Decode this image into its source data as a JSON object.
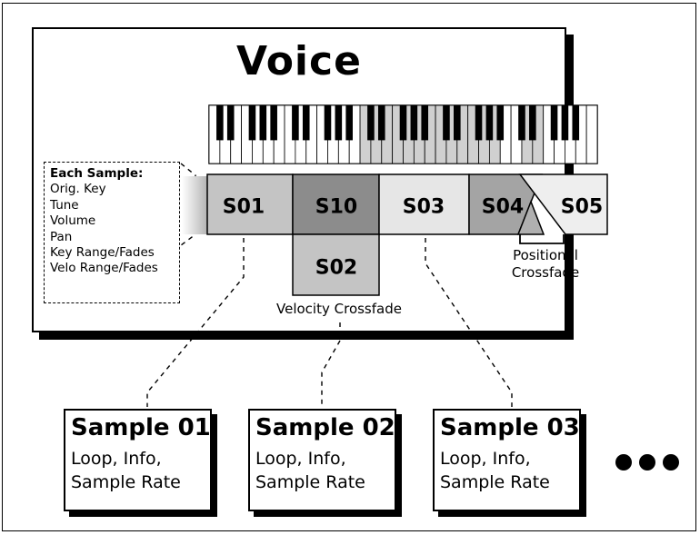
{
  "voice": {
    "title": "Voice",
    "info_box": {
      "heading": "Each Sample:",
      "items": [
        "Orig. Key",
        "Tune",
        "Volume",
        "Pan",
        "Key Range/Fades",
        "Velo Range/Fades"
      ]
    },
    "zones": [
      {
        "label": "S01",
        "fill": "#c4c4c4"
      },
      {
        "label": "S10",
        "fill": "#8c8c8c"
      },
      {
        "label": "S03",
        "fill": "#e6e6e6"
      },
      {
        "label": "S04",
        "fill": "#a4a4a4"
      },
      {
        "label": "S05",
        "fill": "#eeeeee"
      },
      {
        "label": "S02",
        "fill": "#c4c4c4"
      }
    ],
    "positional_crossfade_label": [
      "Positional",
      "Crossfade"
    ],
    "velocity_crossfade_label": "Velocity Crossfade"
  },
  "samples": [
    {
      "title": "Sample 01",
      "desc": "Loop, Info,\nSample Rate"
    },
    {
      "title": "Sample 02",
      "desc": "Loop, Info,\nSample Rate"
    },
    {
      "title": "Sample 03",
      "desc": "Loop, Info,\nSample Rate"
    }
  ],
  "colors": {
    "keyboard_highlight": "#d0d0d0",
    "zone_border": "#000000"
  }
}
